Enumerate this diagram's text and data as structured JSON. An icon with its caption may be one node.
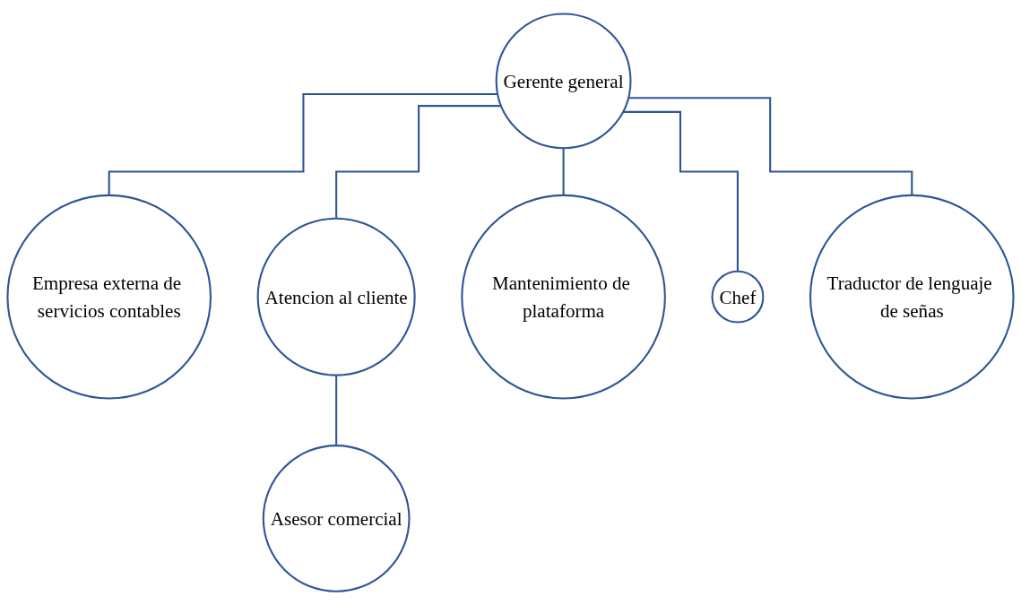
{
  "diagram": {
    "nodes": [
      {
        "text": [
          "Gerente general"
        ]
      },
      {
        "text": [
          "Empresa externa de servicios contables"
        ]
      },
      {
        "text": [
          "Atencion al cliente"
        ]
      },
      {
        "text": [
          "Mantenimiento de plataforma"
        ]
      },
      {
        "text": [
          "Chef"
        ]
      },
      {
        "text": [
          "Traductor de lenguaje de señas"
        ]
      },
      {
        "text": [
          "Asesor comercial"
        ]
      }
    ],
    "edges": [
      {
        "from": 0,
        "to": 1,
        "arrow": "none"
      },
      {
        "from": 0,
        "to": 2,
        "arrow": "none"
      },
      {
        "from": 0,
        "to": 3,
        "arrow": "none"
      },
      {
        "from": 0,
        "to": 4,
        "arrow": "none"
      },
      {
        "from": 0,
        "to": 5,
        "arrow": "none"
      },
      {
        "from": 2,
        "to": 6,
        "arrow": "none"
      }
    ]
  }
}
